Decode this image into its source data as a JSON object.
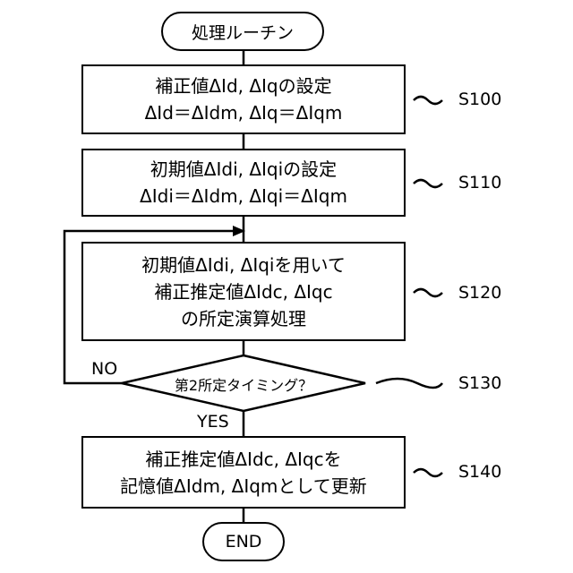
{
  "nodes": {
    "start": "処理ルーチン",
    "s100": {
      "line1": "補正値ΔId, ΔIqの設定",
      "line2": "ΔId＝ΔIdm, ΔIq＝ΔIqm",
      "step": "S100"
    },
    "s110": {
      "line1": "初期値ΔIdi, ΔIqiの設定",
      "line2": "ΔIdi＝ΔIdm, ΔIqi＝ΔIqm",
      "step": "S110"
    },
    "s120": {
      "line1": "初期値ΔIdi, ΔIqiを用いて",
      "line2": "補正推定値ΔIdc, ΔIqc",
      "line3": "の所定演算処理",
      "step": "S120"
    },
    "s130": {
      "text": "第2所定タイミング？",
      "step": "S130",
      "no_label": "NO",
      "yes_label": "YES"
    },
    "s140": {
      "line1": "補正推定値ΔIdc, ΔIqcを",
      "line2": "記憶値ΔIdm, ΔIqmとして更新",
      "step": "S140"
    },
    "end": "END"
  }
}
